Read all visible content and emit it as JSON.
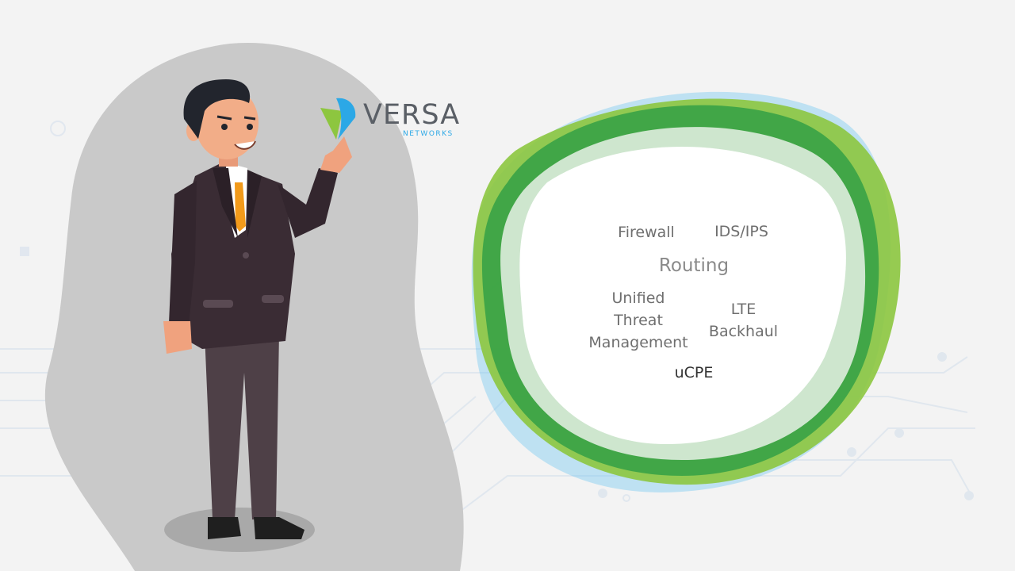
{
  "brand": {
    "name": "VERSA",
    "tagline": "NETWORKS",
    "colors": {
      "green": "#8dc63f",
      "blue": "#2ca8e6",
      "gray": "#5a5f66"
    }
  },
  "services": {
    "firewall": "Firewall",
    "ids_ips": "IDS/IPS",
    "routing": "Routing",
    "utm": [
      "Unified",
      "Threat",
      "Management"
    ],
    "lte": [
      "LTE",
      "Backhaul"
    ],
    "ucpe": "uCPE"
  },
  "ring_colors": {
    "dark_green": "#33a045",
    "light_green": "#8cc63f",
    "blue": "#5bc0f0"
  }
}
